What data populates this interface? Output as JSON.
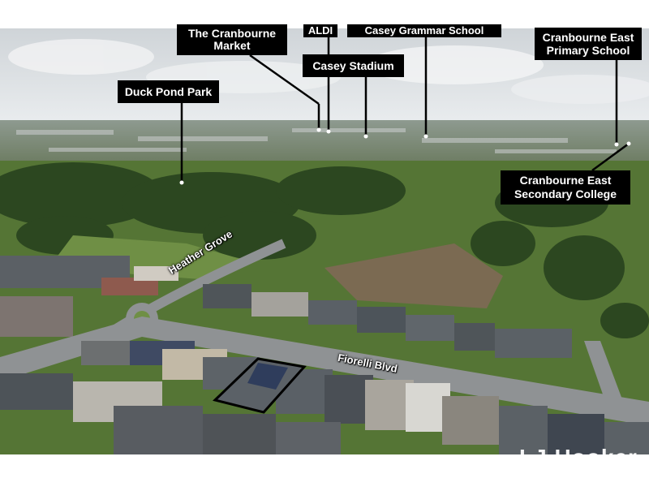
{
  "labels": {
    "the_cranbourne_market": "The Cranbourne\nMarket",
    "aldi": "ALDI",
    "casey_grammar_school": "Casey Grammar School",
    "casey_stadium": "Casey Stadium",
    "cranbourne_east_primary_school": "Cranbourne East\nPrimary School",
    "duck_pond_park": "Duck Pond Park",
    "cranbourne_east_secondary_college": "Cranbourne East\nSecondary College"
  },
  "streets": {
    "heather_grove": "Heather Grove",
    "fiorelli_blvd": "Fiorelli Blvd"
  },
  "watermark": "LJ Hooker",
  "colors": {
    "label_bg": "#000000",
    "label_text": "#ffffff",
    "sky": "#dfe3e6",
    "grass": "#5c7d3b",
    "trees": "#2f4a22",
    "road": "#8f9294",
    "roof_dark": "#4f5559",
    "roof_light": "#b9b6ae"
  }
}
